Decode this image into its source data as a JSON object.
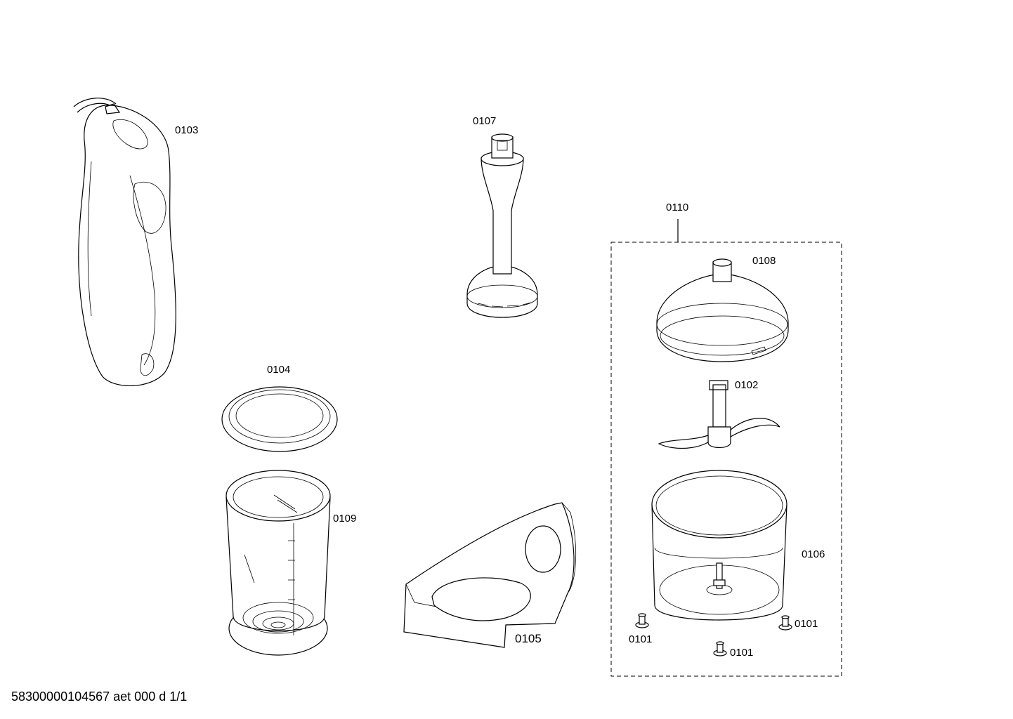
{
  "parts": [
    {
      "id": "handle",
      "label": "0103"
    },
    {
      "id": "blender-foot",
      "label": "0107"
    },
    {
      "id": "chopper-set",
      "label": "0110"
    },
    {
      "id": "chopper-lid",
      "label": "0108"
    },
    {
      "id": "chopper-blade",
      "label": "0102"
    },
    {
      "id": "beaker-lid",
      "label": "0104"
    },
    {
      "id": "measuring-beaker",
      "label": "0109"
    },
    {
      "id": "wall-holder",
      "label": "0105"
    },
    {
      "id": "chopper-bowl",
      "label": "0106"
    },
    {
      "id": "foot-left",
      "label": "0101"
    },
    {
      "id": "foot-bottom",
      "label": "0101"
    },
    {
      "id": "foot-right",
      "label": "0101"
    }
  ],
  "footer": "58300000104567 aet 000 d 1/1"
}
